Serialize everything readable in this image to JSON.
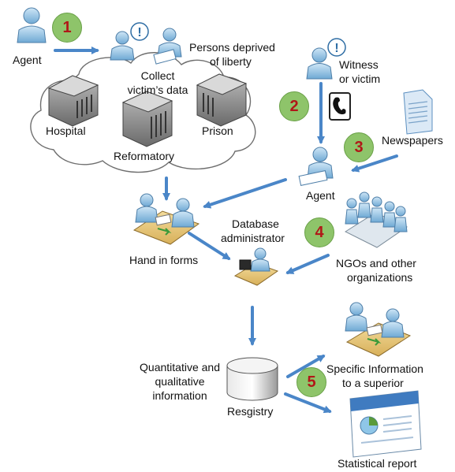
{
  "steps": [
    "1",
    "2",
    "3",
    "4",
    "5"
  ],
  "labels": {
    "agent_top": "Agent",
    "persons_deprived_1": "Persons deprived",
    "persons_deprived_2": "of liberty",
    "collect_1": "Collect",
    "collect_2": "victim’s data",
    "hospital": "Hospital",
    "prison": "Prison",
    "reformatory": "Reformatory",
    "witness_1": "Witness",
    "witness_2": "or victim",
    "newspapers": "Newspapers",
    "agent_mid": "Agent",
    "hand_in_forms": "Hand in forms",
    "db_admin_1": "Database",
    "db_admin_2": "administrator",
    "ngos_1": "NGOs and other",
    "ngos_2": "organizations",
    "quant_1": "Quantitative and",
    "quant_2": "qualitative",
    "quant_3": "information",
    "registry": "Resgistry",
    "specific_1": "Specific Information",
    "specific_2": "to a superior",
    "stat_report": "Statistical report"
  },
  "colors": {
    "arrow": "#4a86c8",
    "badge": "#8ec46a",
    "badge_text": "#b01818",
    "person": "#9cc9e6",
    "desk": "#e8c878",
    "building": "#777777"
  }
}
